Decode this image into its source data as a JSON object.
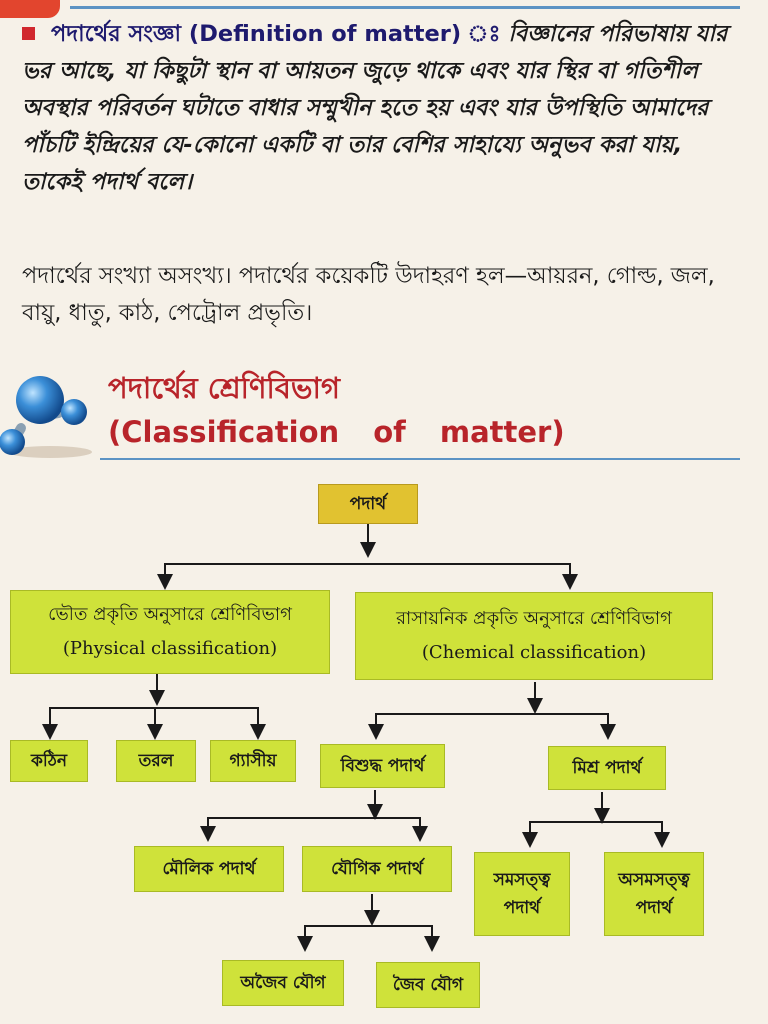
{
  "definition": {
    "title_bn": "পদার্থের সংজ্ঞা",
    "title_en": "(Definition of matter)",
    "separator": "ঃ",
    "body": "বিজ্ঞানের পরিভাষায় যার ভর আছে, যা কিছুটা স্থান বা আয়তন জুড়ে থাকে এবং যার স্থির বা গতিশীল অবস্থার পরিবর্তন ঘটাতে বাধার সম্মুখীন হতে হয় এবং যার উপস্থিতি আমাদের পাঁচটি ইন্দ্রিয়ের যে-কোনো একটি বা তার বেশির সাহায্যে অনুভব করা যায়, তাকেই পদার্থ বলে।"
  },
  "examples_text": "পদার্থের সংখ্যা অসংখ্য। পদার্থের কয়েকটি উদাহরণ হল—আয়রন, গোল্ড, জল, বায়ু, ধাতু, কাঠ, পেট্রোল প্রভৃতি।",
  "section": {
    "title_bn": "পদার্থের শ্রেণিবিভাগ",
    "title_en": "(Classification of matter)"
  },
  "tree": {
    "root": "পদার্থ",
    "physical_bn": "ভৌত প্রকৃতি অনুসারে শ্রেণিবিভাগ",
    "physical_en": "(Physical classification)",
    "chemical_bn": "রাসায়নিক প্রকৃতি অনুসারে শ্রেণিবিভাগ",
    "chemical_en": "(Chemical classification)",
    "solid": "কঠিন",
    "liquid": "তরল",
    "gas": "গ্যাসীয়",
    "pure": "বিশুদ্ধ পদার্থ",
    "mixture": "মিশ্র পদার্থ",
    "element": "মৌলিক পদার্থ",
    "compound": "যৌগিক পদার্থ",
    "homogeneous_1": "সমসত্ত্ব",
    "homogeneous_2": "পদার্থ",
    "heterogeneous_1": "অসমসত্ত্ব",
    "heterogeneous_2": "পদার্থ",
    "inorganic": "অজৈব যৌগ",
    "organic": "জৈব যৌগ"
  },
  "colors": {
    "box": "#cfe23a",
    "root_box": "#e1c230",
    "heading": "#b8242a",
    "bullet": "#d1282e",
    "rule": "#5c93c4"
  }
}
